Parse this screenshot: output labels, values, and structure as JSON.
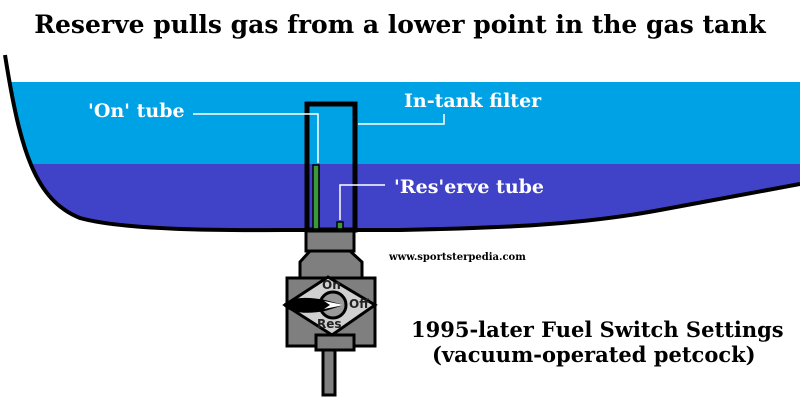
{
  "title": "Reserve pulls gas from a lower point in the gas tank",
  "labels": {
    "on_tube": "'On' tube",
    "in_tank_filter": "In-tank filter",
    "reserve_tube": "'Res'erve tube"
  },
  "watermark": "www.sportsterpedia.com",
  "caption": {
    "line1": "1995-later Fuel Switch Settings",
    "line2": "(vacuum-operated petcock)"
  },
  "petcock_positions": {
    "on": "On",
    "off": "Off",
    "res": "Res"
  },
  "colors": {
    "upper_fuel": "#00A2E6",
    "lower_fuel": "#4043C8",
    "tube": "#3A9A3A",
    "petcock": "#7F7F7F"
  }
}
